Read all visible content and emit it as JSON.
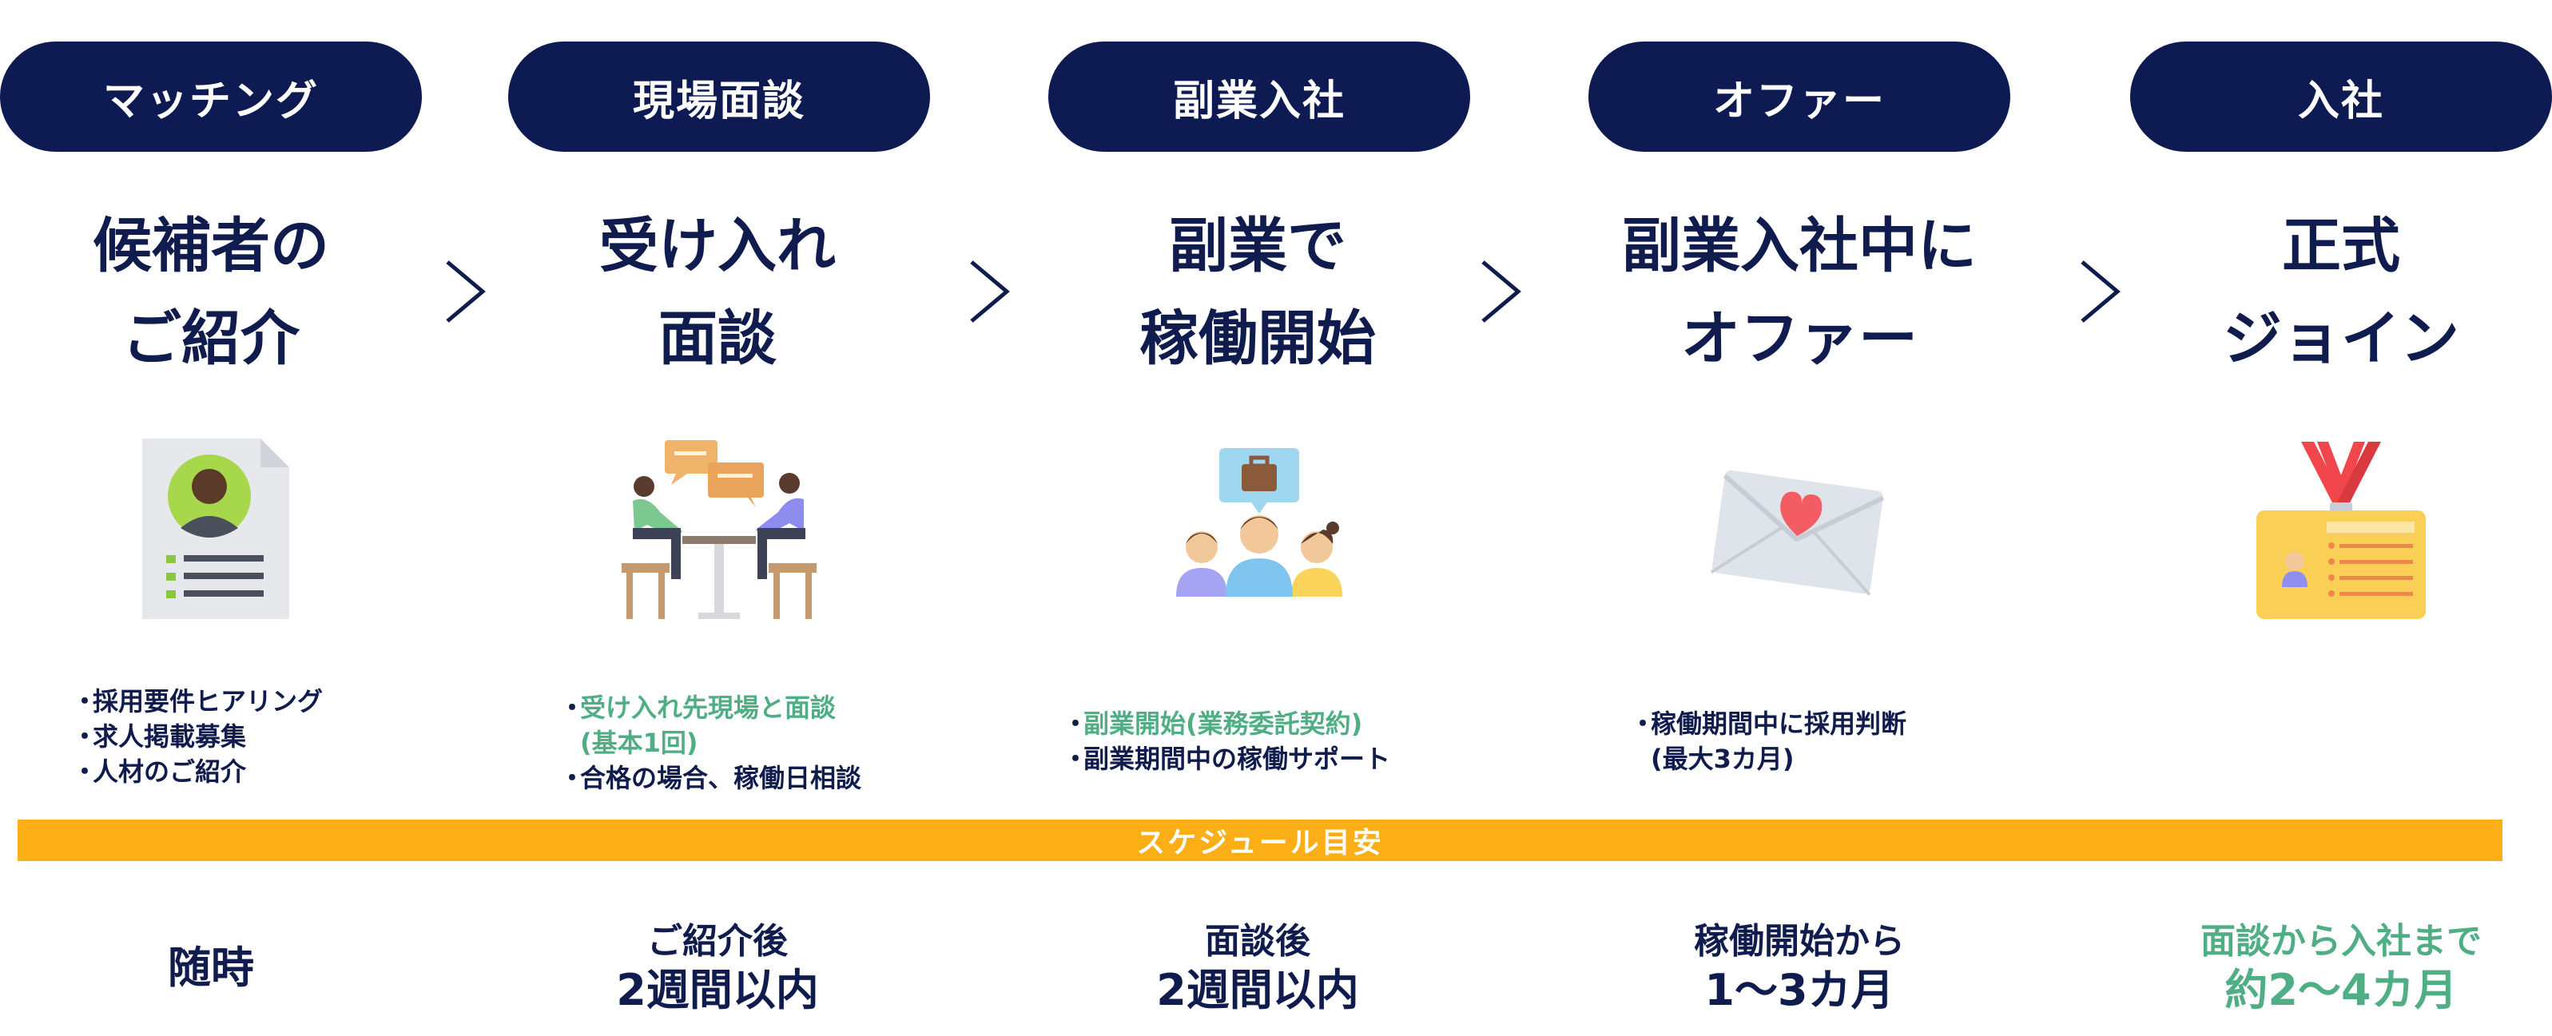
{
  "colors": {
    "navy": "#0d1b52",
    "band_orange": "#fbae16",
    "green_text": "#4fae84"
  },
  "steps": [
    {
      "pill": "マッチング",
      "heading": [
        "候補者の",
        "ご紹介"
      ],
      "icon": "resume-document-icon",
      "bullets": [
        {
          "text": "採用要件ヒアリング",
          "highlight": false
        },
        {
          "text": "求人掲載募集",
          "highlight": false
        },
        {
          "text": "人材のご紹介",
          "highlight": false
        }
      ],
      "schedule": [
        "随時"
      ]
    },
    {
      "pill": "現場面談",
      "heading": [
        "受け入れ",
        "面談"
      ],
      "icon": "interview-meeting-icon",
      "bullets": [
        {
          "text": "受け入れ先現場と面談",
          "cont": "(基本1回)",
          "highlight": true
        },
        {
          "text": "合格の場合、稼働日相談",
          "highlight": false
        }
      ],
      "schedule": [
        "ご紹介後",
        "2週間以内"
      ]
    },
    {
      "pill": "副業入社",
      "heading": [
        "副業で",
        "稼働開始"
      ],
      "icon": "team-briefcase-icon",
      "bullets": [
        {
          "text": "副業開始(業務委託契約)",
          "highlight": true
        },
        {
          "text": "副業期間中の稼働サポート",
          "highlight": false
        }
      ],
      "schedule": [
        "面談後",
        "2週間以内"
      ]
    },
    {
      "pill": "オファー",
      "heading": [
        "副業入社中に",
        "オファー"
      ],
      "icon": "heart-envelope-icon",
      "bullets": [
        {
          "text": "稼働期間中に採用判断",
          "cont": "(最大3カ月)",
          "highlight": false
        }
      ],
      "schedule": [
        "稼働開始から",
        "1〜3カ月"
      ]
    },
    {
      "pill": "入社",
      "heading": [
        "正式",
        "ジョイン"
      ],
      "icon": "employee-id-badge-icon",
      "bullets": [],
      "schedule": [
        "面談から入社まで",
        "約2〜4カ月"
      ]
    }
  ],
  "band": {
    "label": "スケジュール目安"
  },
  "bullet_mark": "・"
}
